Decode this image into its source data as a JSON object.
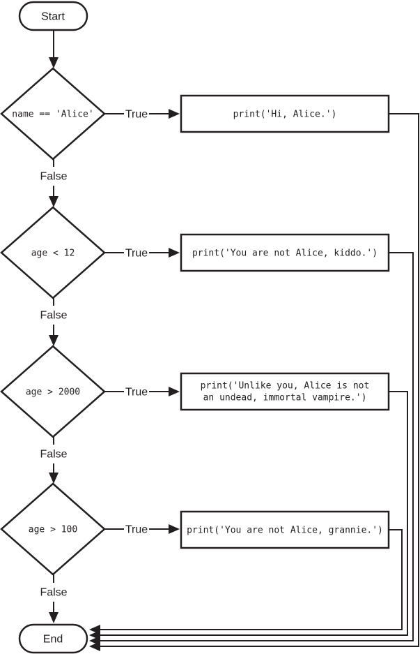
{
  "diagram": {
    "type": "flowchart",
    "terminals": {
      "start": "Start",
      "end": "End"
    },
    "branch_labels": {
      "true": "True",
      "false": "False"
    },
    "decisions": [
      {
        "condition": "name == 'Alice'"
      },
      {
        "condition": "age < 12"
      },
      {
        "condition": "age > 2000"
      },
      {
        "condition": "age > 100"
      }
    ],
    "processes": [
      {
        "line1": "print('Hi, Alice.')",
        "line2": ""
      },
      {
        "line1": "print('You are not Alice, kiddo.')",
        "line2": ""
      },
      {
        "line1": "print('Unlike you, Alice is not",
        "line2": "an undead, immortal vampire.')"
      },
      {
        "line1": "print('You are not Alice, grannie.')",
        "line2": ""
      }
    ],
    "colors": {
      "stroke": "#231f20",
      "background": "#ffffff"
    }
  }
}
